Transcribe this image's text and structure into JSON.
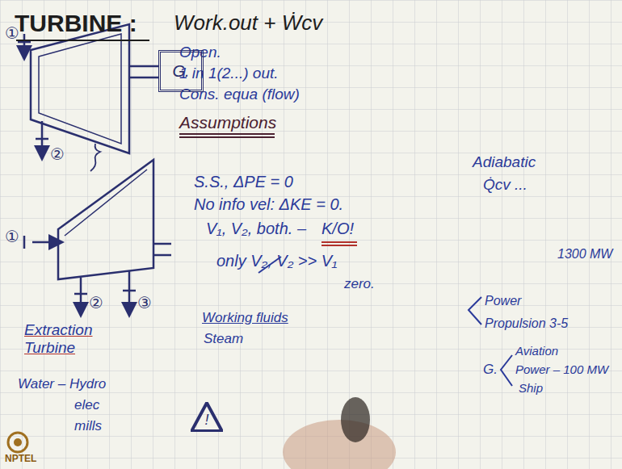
{
  "diagram": {
    "title": "TURBINE :",
    "nodes": [
      {
        "text": [
          "G."
        ]
      },
      {
        "text": [
          "!"
        ]
      }
    ],
    "labels": [
      "①",
      "②",
      "①",
      "②",
      "③",
      "Work.out + Ẇcv",
      "Open.",
      "1 in 1(2...) out.",
      "Cons. equa (flow)",
      "Assumptions",
      "S.S., ΔPE = 0",
      "No info vel: ΔKE = 0.",
      "V₁, V₂, both. –",
      "K/O!",
      "only V₂, V₂ >> V₁",
      "zero.",
      "Adiabatic",
      "Q̇cv ...",
      "1300 MW",
      "Extraction Turbine",
      "Water – Hydro",
      "elec",
      "mills",
      "Working fluids",
      "Steam",
      "Power",
      "Propulsion 3-5",
      "G.",
      "Aviation",
      "Power – 100 MW",
      "Ship",
      "NPTEL"
    ]
  }
}
